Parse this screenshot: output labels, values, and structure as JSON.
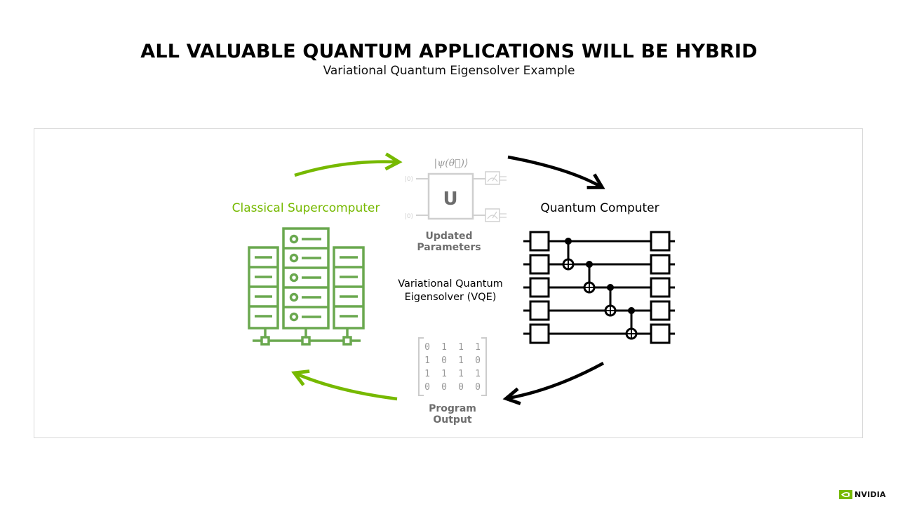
{
  "header": {
    "title": "ALL VALUABLE QUANTUM APPLICATIONS WILL BE HYBRID",
    "subtitle": "Variational Quantum Eigensolver Example"
  },
  "diagram": {
    "classical_label": "Classical Supercomputer",
    "quantum_label": "Quantum Computer",
    "center_label_line1": "Variational Quantum",
    "center_label_line2": "Eigensolver (VQE)",
    "params_label_line1": "Updated",
    "params_label_line2": "Parameters",
    "output_label_line1": "Program",
    "output_label_line2": "Output",
    "ket_label": "|ψ(θ⃗)⟩",
    "gate_label": "U",
    "qubit_in_top": "|0⟩",
    "qubit_in_bottom": "|0⟩",
    "matrix": [
      [
        "0",
        "1",
        "1",
        "1"
      ],
      [
        "1",
        "0",
        "1",
        "0"
      ],
      [
        "1",
        "1",
        "1",
        "1"
      ],
      [
        "0",
        "0",
        "0",
        "0"
      ]
    ]
  },
  "colors": {
    "green": "#76b900",
    "server_green": "#6aa84f",
    "black": "#000000",
    "gray": "#9a9a9a"
  },
  "brand": {
    "logo_text": "NVIDIA"
  }
}
